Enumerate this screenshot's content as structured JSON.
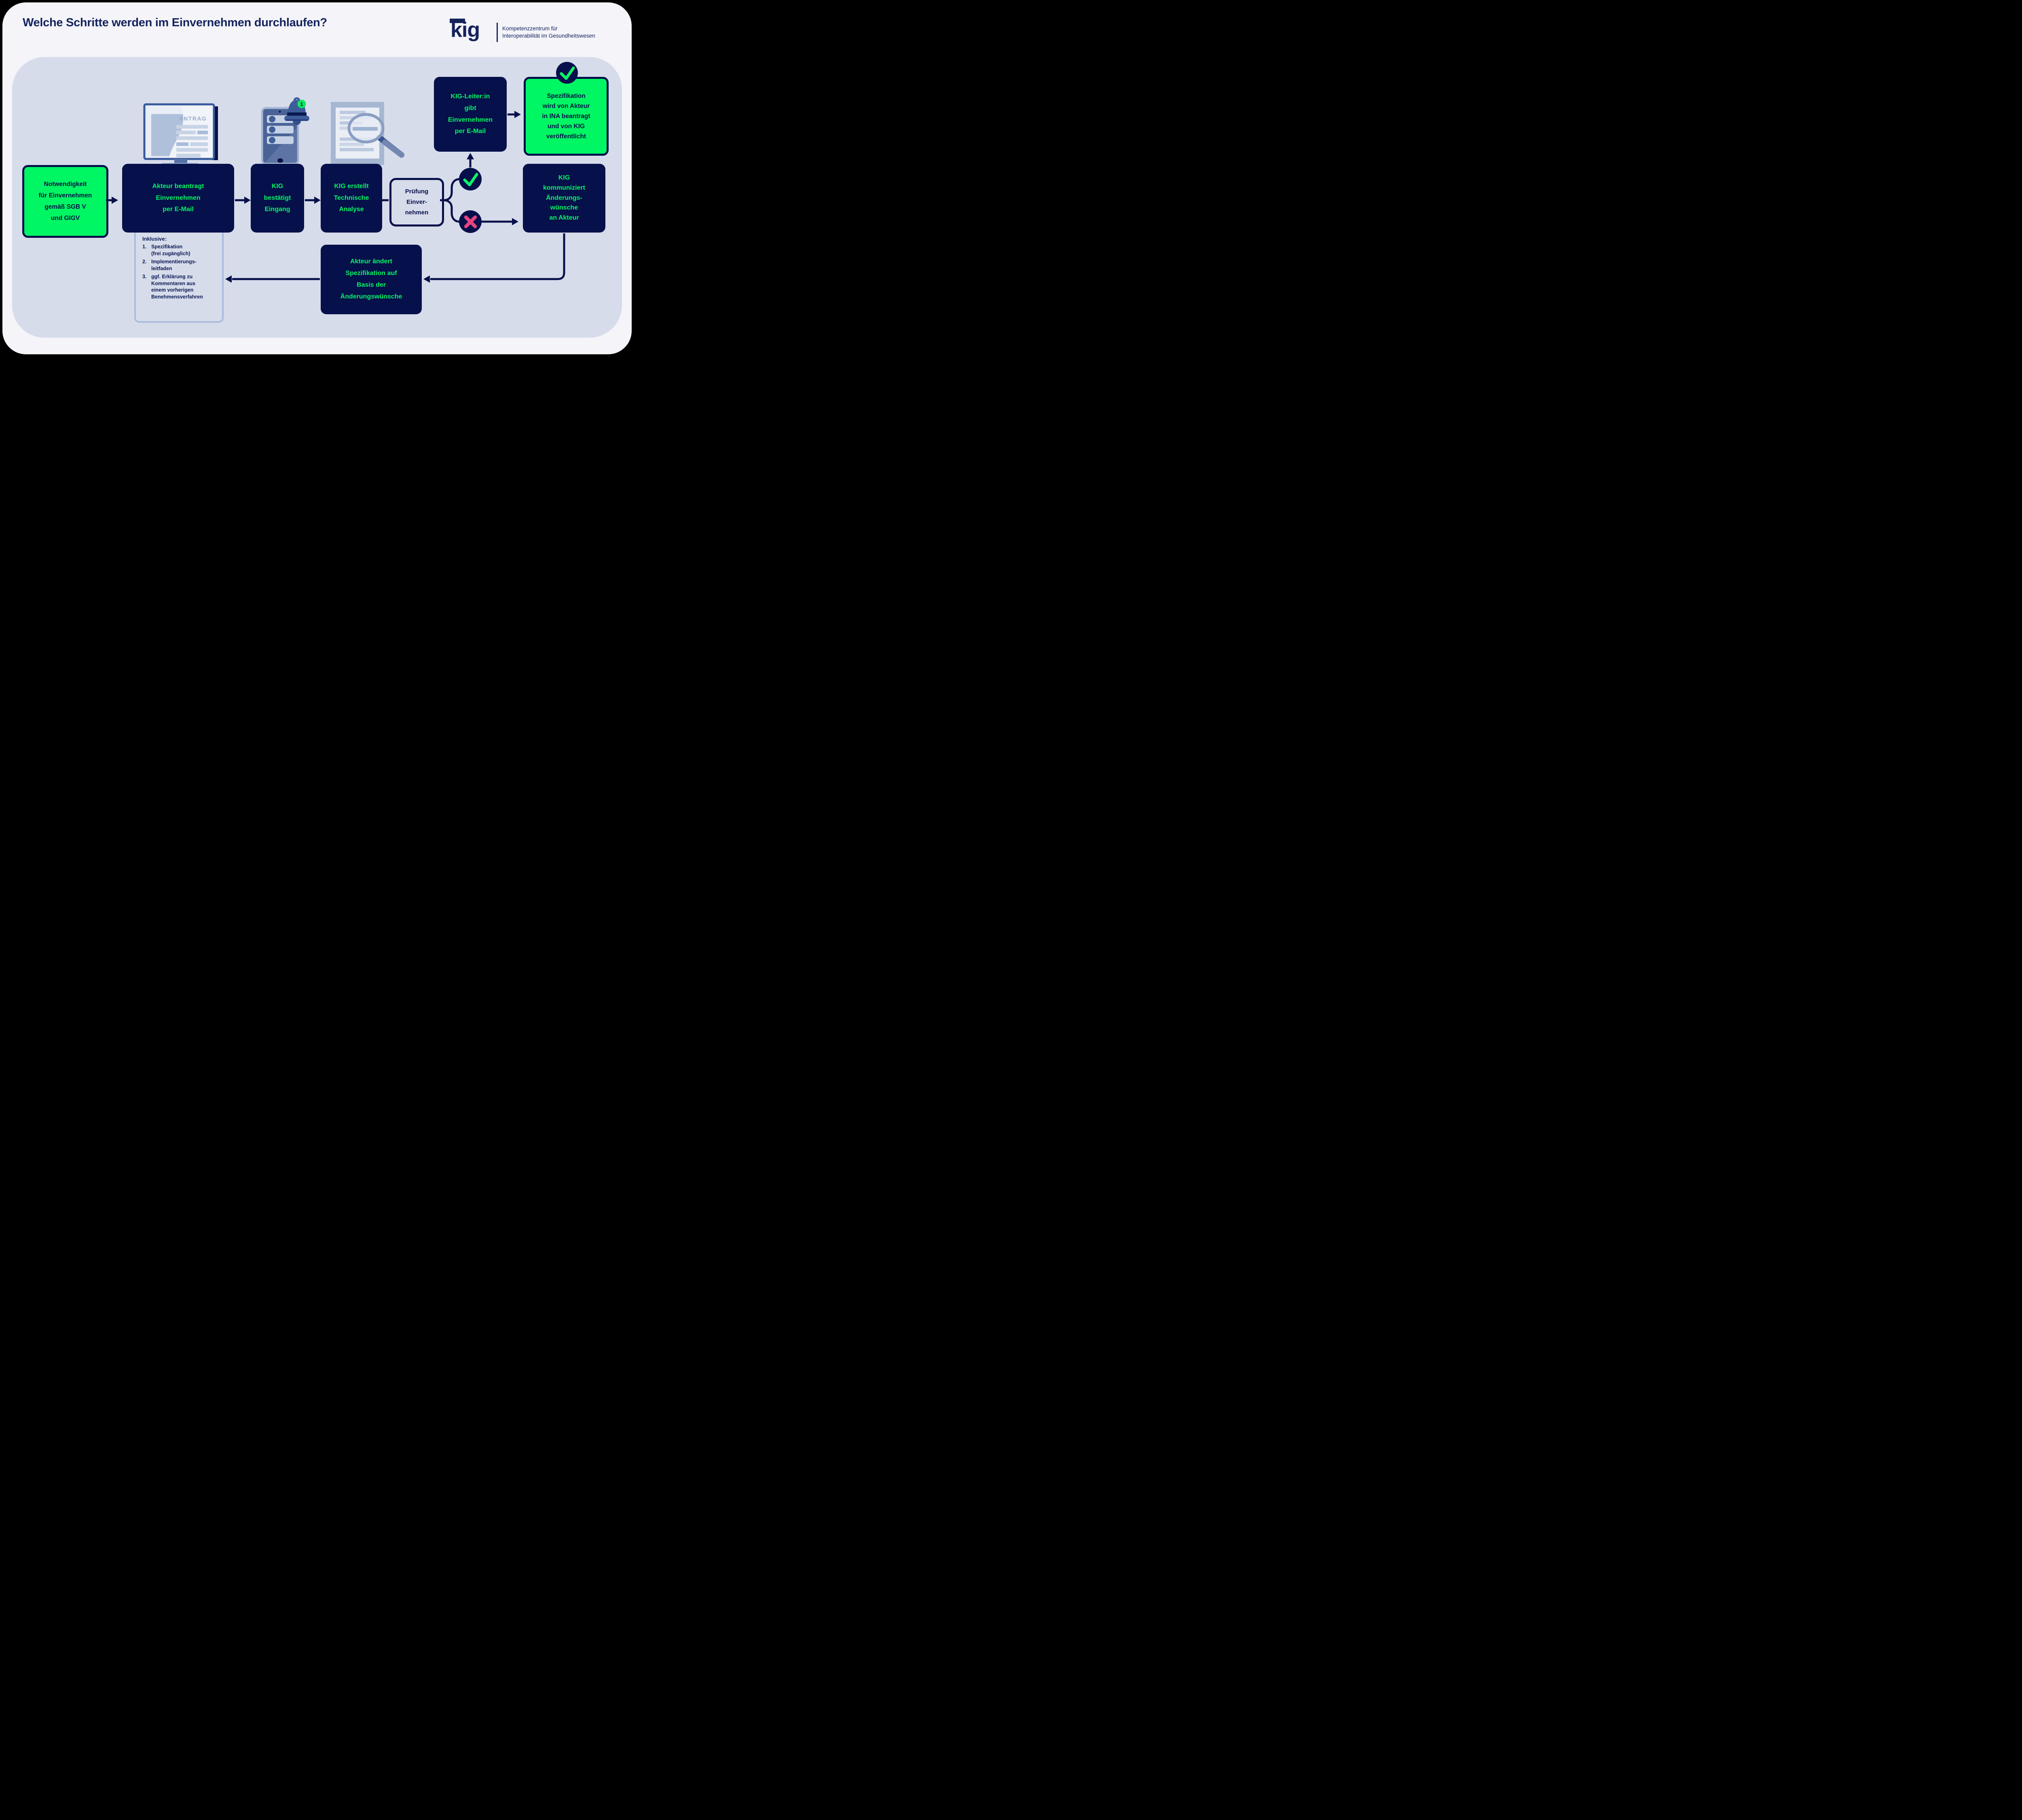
{
  "title": "Welche Schritte werden im Einvernehmen durchlaufen?",
  "logo": {
    "wordmark": "kig",
    "caption": "Kompetenzzentrum für\nInteroperabilität im Gesundheitswesen"
  },
  "colors": {
    "frame": "#000000",
    "card_bg": "#F4F4F9",
    "panel_bg": "#D7DCEB",
    "navy": "#06104A",
    "brand_green": "#00F763",
    "pink_cross": "#E8447E",
    "note_border": "#A9BDDC",
    "icon_blue": "#4A6397",
    "icon_light_blue": "#A8B9D6"
  },
  "flow": {
    "start": {
      "lines": [
        "Notwendigkeit",
        "für Einvernehmen",
        "gemäß SGB V",
        "und GIGV"
      ]
    },
    "apply": {
      "lines": [
        "Akteur beantragt",
        "Einvernehmen",
        "per E-Mail"
      ]
    },
    "inclusive": {
      "heading": "Inklusive:",
      "items": [
        {
          "num": "1.",
          "text": "Spezifikation\n(frei zugänglich)"
        },
        {
          "num": "2.",
          "text": "Implementierungs-\nleitfaden"
        },
        {
          "num": "3.",
          "text": "ggf. Erklärung zu\nKommentaren aus\neinem vorherigen\nBenehmensverfahren"
        }
      ]
    },
    "confirm": {
      "lines": [
        "KIG",
        "bestätigt",
        "Eingang"
      ]
    },
    "analysis": {
      "lines": [
        "KIG erstellt",
        "Technische",
        "Analyse"
      ]
    },
    "decision": {
      "lines": [
        "Prüfung",
        "Einver-",
        "nehmen"
      ]
    },
    "leader": {
      "lines": [
        "KIG-Leiter:in",
        "gibt",
        "Einvernehmen",
        "per E-Mail"
      ]
    },
    "publish": {
      "lines": [
        "Spezifikation",
        "wird von Akteur",
        "in INA beantragt",
        "und von KIG",
        "veröffentlicht"
      ]
    },
    "changes": {
      "lines": [
        "KIG",
        "kommuniziert",
        "Änderungs-",
        "wünsche",
        "an Akteur"
      ]
    },
    "revise": {
      "lines": [
        "Akteur ändert",
        "Spezifikation auf",
        "Basis der",
        "Änderungswünsche"
      ]
    }
  },
  "icons": {
    "monitor_screen_label": "ANTRAG",
    "bell_badge_count": "1"
  }
}
